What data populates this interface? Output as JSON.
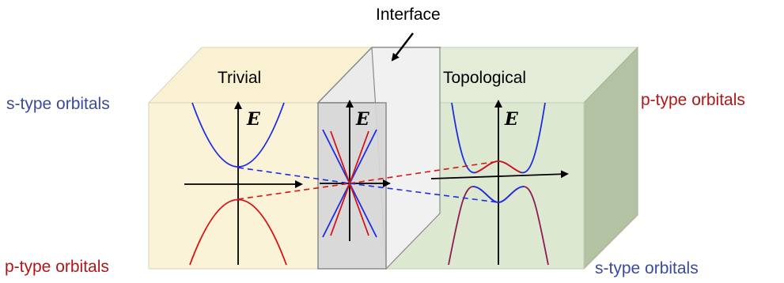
{
  "title_interface": "Interface",
  "region_left": {
    "label": "Trivial"
  },
  "region_right": {
    "label": "Topological"
  },
  "axis_energy_label": "E",
  "orbital_labels": {
    "left_top": "s-type orbitals",
    "left_bottom": "p-type orbitals",
    "right_top": "p-type orbitals",
    "right_bottom": "s-type orbitals"
  },
  "colors": {
    "s_type": "#3b4a9c",
    "p_type": "#b01818",
    "band_blue": "#1d2ee0",
    "band_red": "#d41515",
    "trivial_fill": "#fbf3d8",
    "interface_fill": "#d9d9d9",
    "topological_fill": "#dde8d0"
  }
}
